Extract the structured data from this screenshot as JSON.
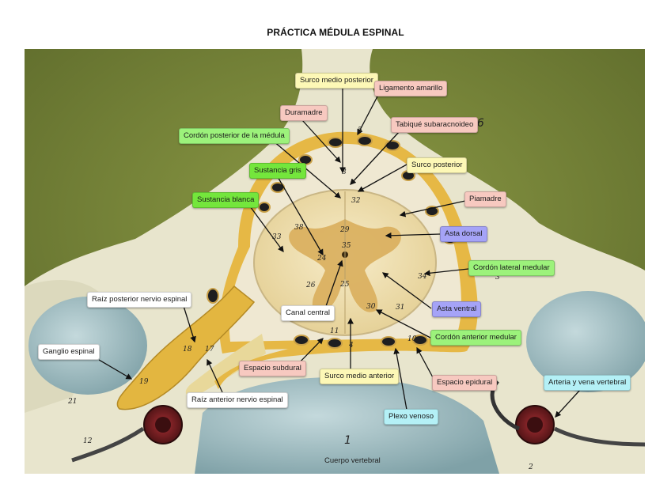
{
  "title": "PRÁCTICA MÉDULA ESPINAL",
  "labels": {
    "surco_medio_posterior": "Surco medio posterior",
    "ligamento_amarillo": "Ligamento amarillo",
    "duramadre": "Duramadre",
    "tabique_subaracnoideo": "Tabiqué subaracnoideo",
    "cordon_posterior": "Cordón posterior de la médula",
    "sustancia_gris": "Sustancia gris",
    "surco_posterior": "Surco posterior",
    "sustancia_blanca": "Sustancia blanca",
    "piamadre": "Piamadre",
    "asta_dorsal": "Asta dorsal",
    "cordon_lateral": "Cordón lateral medular",
    "raiz_posterior": "Raíz posterior nervio espinal",
    "canal_central": "Canal central",
    "asta_ventral": "Asta ventral",
    "cordon_anterior": "Cordón anterior medular",
    "ganglio_espinal": "Ganglio espinal",
    "espacio_subdural": "Espacio subdural",
    "surco_medio_anterior": "Surco medio anterior",
    "espacio_epidural": "Espacio epidural",
    "arteria_vena": "Arteria y vena vertebral",
    "raiz_anterior": "Raíz anterior nervio espinal",
    "plexo_venoso": "Plexo venoso",
    "cuerpo_vertebral": "Cuerpo vertebral"
  },
  "model_numbers": {
    "n16": "16",
    "n5": "5",
    "n3": "3",
    "n32": "32",
    "n38": "38",
    "n29": "29",
    "n33": "33",
    "n35": "35",
    "n24": "24",
    "n26": "26",
    "n25": "25",
    "n30": "30",
    "n31": "31",
    "n34": "34",
    "n18": "18",
    "n17": "17",
    "n19": "19",
    "n11": "11",
    "n4": "4",
    "n10": "10",
    "n21": "21",
    "n12": "12",
    "n2": "2",
    "n1": "1",
    "n3b": "3"
  },
  "colors": {
    "background_green": "#7d8a3c",
    "bone": "#e9e6cf",
    "fat_yellow": "#e6b845",
    "vessel_black": "#1e1e20",
    "cord_cream": "#f3e4b6",
    "gray_matter": "#d9ae5c",
    "pleura_blue": "#a9c2c6",
    "artery_red": "#7a1f22"
  }
}
